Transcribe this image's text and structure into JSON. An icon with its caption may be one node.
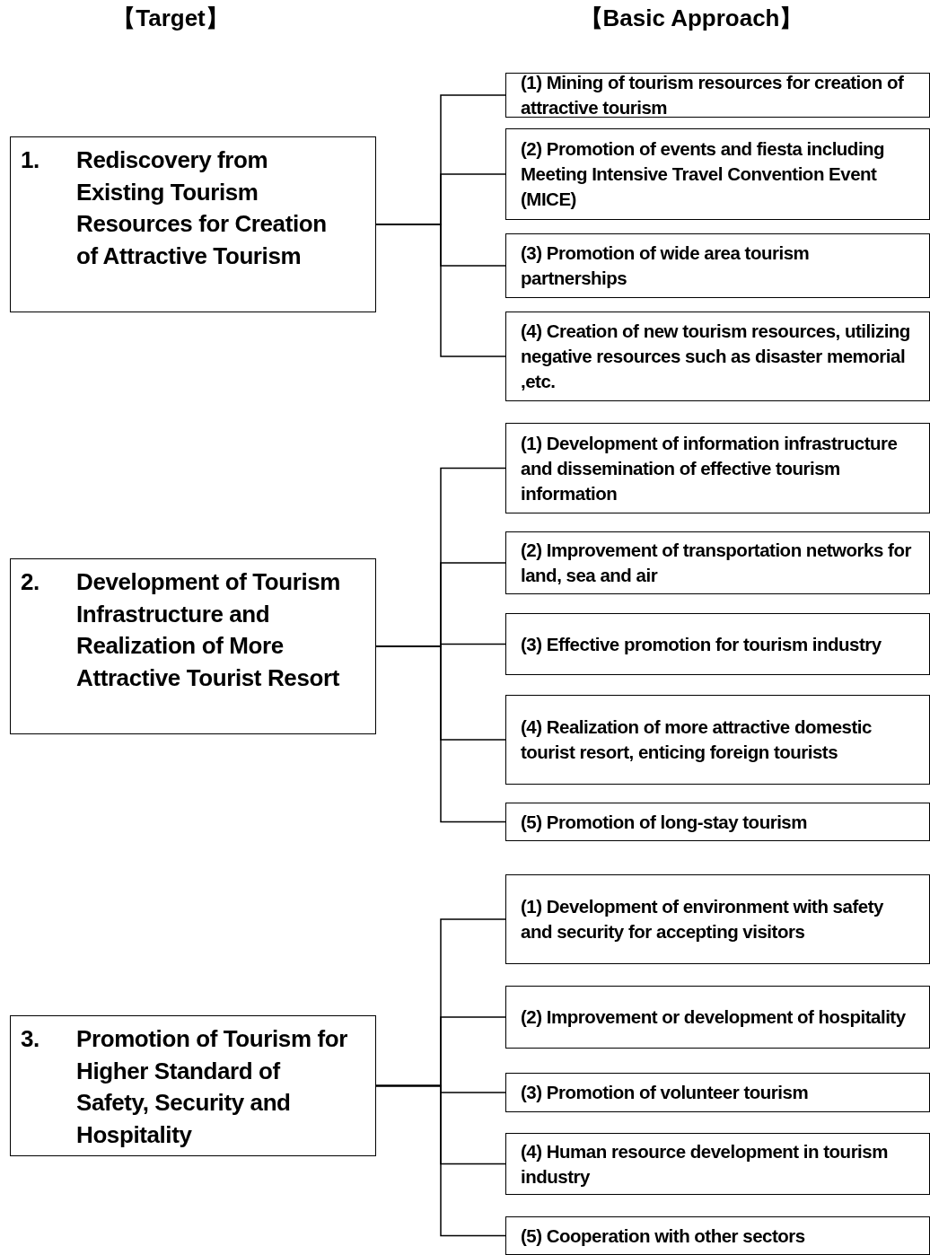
{
  "diagram": {
    "nodes": [
      {
        "text": [
          "1. Rediscovery from Existing Tourism Resources for Creation of Attractive Tourism"
        ]
      },
      {
        "text": [
          "(1) Mining of tourism resources for creation of attractive tourism"
        ]
      },
      {
        "text": [
          "(2) Promotion of events and fiesta including Meeting Intensive Travel Convention Event (MICE)"
        ]
      },
      {
        "text": [
          "(3) Promotion of wide area tourism partnerships"
        ]
      },
      {
        "text": [
          "(4) Creation of new tourism resources, utilizing negative resources such as disaster memorial ,etc."
        ]
      },
      {
        "text": [
          "2. Development of Tourism Infrastructure and Realization of More Attractive Tourist Resort"
        ]
      },
      {
        "text": [
          "(1) Development of information infrastructure and dissemination of effective tourism information"
        ]
      },
      {
        "text": [
          "(2) Improvement of transportation networks for land, sea and air"
        ]
      },
      {
        "text": [
          "(3) Effective promotion for tourism industry"
        ]
      },
      {
        "text": [
          "(4) Realization of more attractive domestic tourist resort, enticing foreign tourists"
        ]
      },
      {
        "text": [
          "(5) Promotion of long-stay tourism"
        ]
      },
      {
        "text": [
          "3. Promotion of Tourism for Higher Standard of Safety, Security and Hospitality"
        ]
      },
      {
        "text": [
          "(1) Development of environment with safety and security for accepting visitors"
        ]
      },
      {
        "text": [
          "(2) Improvement or development of hospitality"
        ]
      },
      {
        "text": [
          "(3) Promotion of volunteer tourism"
        ]
      },
      {
        "text": [
          "(4) Human resource development in tourism industry"
        ]
      },
      {
        "text": [
          "(5) Cooperation with other sectors"
        ]
      }
    ],
    "edges": [
      {
        "from": 0,
        "to": 1,
        "arrow": "none"
      },
      {
        "from": 0,
        "to": 2,
        "arrow": "none"
      },
      {
        "from": 0,
        "to": 3,
        "arrow": "none"
      },
      {
        "from": 0,
        "to": 4,
        "arrow": "none"
      },
      {
        "from": 5,
        "to": 6,
        "arrow": "none"
      },
      {
        "from": 5,
        "to": 7,
        "arrow": "none"
      },
      {
        "from": 5,
        "to": 8,
        "arrow": "none"
      },
      {
        "from": 5,
        "to": 9,
        "arrow": "none"
      },
      {
        "from": 5,
        "to": 10,
        "arrow": "none"
      },
      {
        "from": 11,
        "to": 12,
        "arrow": "none"
      },
      {
        "from": 11,
        "to": 13,
        "arrow": "none"
      },
      {
        "from": 11,
        "to": 14,
        "arrow": "none"
      },
      {
        "from": 11,
        "to": 15,
        "arrow": "none"
      },
      {
        "from": 11,
        "to": 16,
        "arrow": "none"
      }
    ],
    "labels": [
      "【Target】",
      "【Basic Approach】"
    ]
  }
}
